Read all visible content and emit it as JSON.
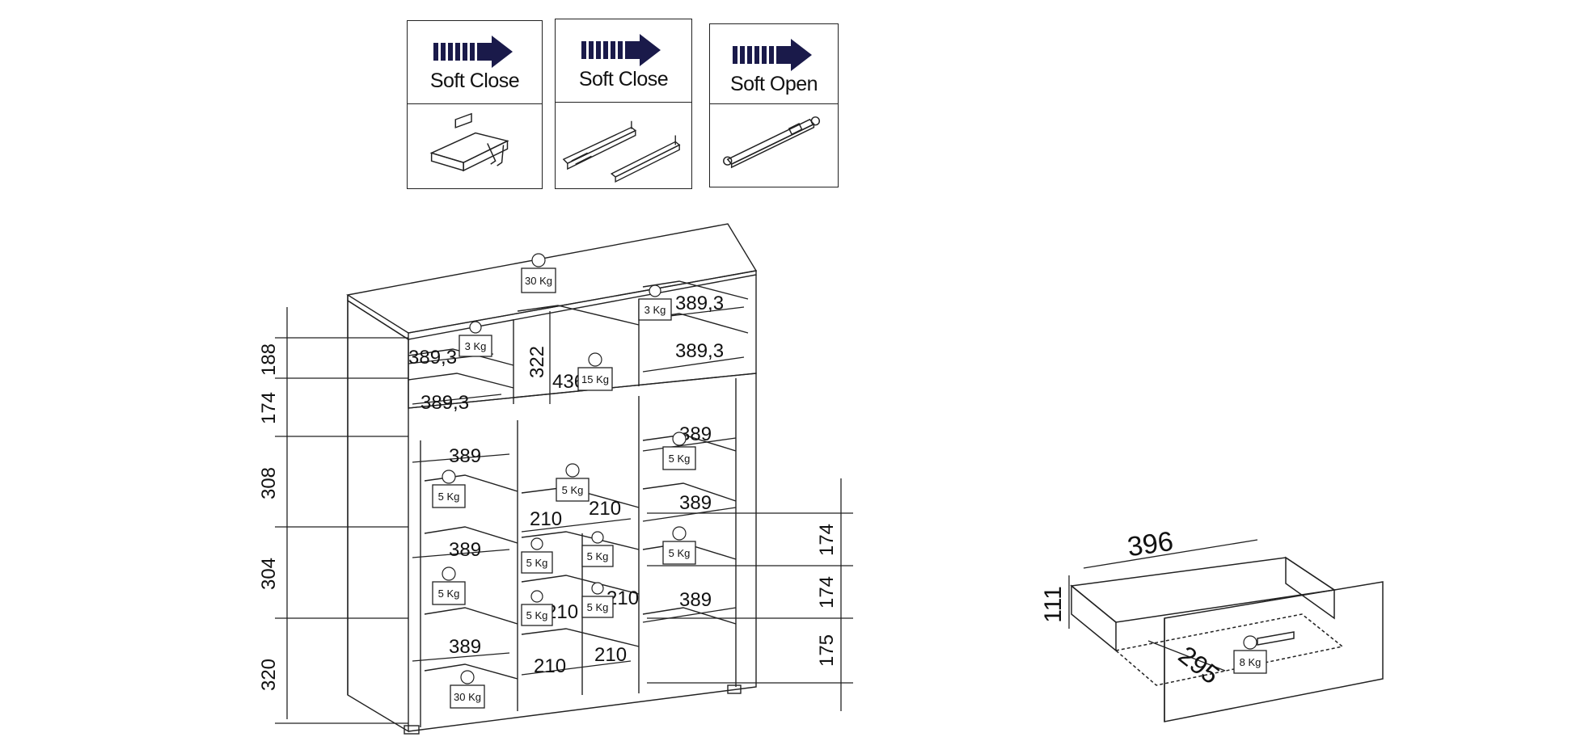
{
  "features": [
    {
      "label": "Soft Close",
      "icon": "damper-icon"
    },
    {
      "label": "Soft Close",
      "icon": "drawer-runner-icon"
    },
    {
      "label": "Soft Open",
      "icon": "push-rod-icon"
    }
  ],
  "cabinet": {
    "load_top": "30 Kg",
    "load_bottom": "30 Kg",
    "load_compartment_big": "15 Kg",
    "load_3kg": "3 Kg",
    "load_5kg": "5 Kg",
    "load_drawer": "8 Kg",
    "heights": [
      "188",
      "174",
      "308",
      "304",
      "320"
    ],
    "right_heights": [
      "174",
      "174",
      "175"
    ],
    "widths": {
      "w3893": "389,3",
      "w389": "389",
      "w322": "322",
      "w436": "436",
      "w210": "210"
    }
  },
  "drawer": {
    "width": "396",
    "height": "111",
    "depth": "295"
  }
}
